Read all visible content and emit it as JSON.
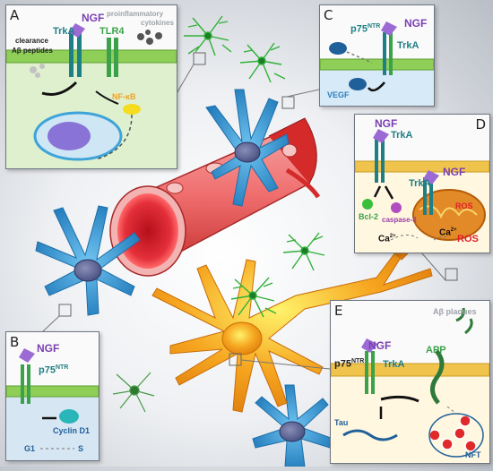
{
  "panels": {
    "a": {
      "letter": "A",
      "ngf": "NGF",
      "trka": "TrkA",
      "tlr4": "TLR4",
      "clearance": "clearance",
      "abeta": "Aβ peptides",
      "cytokines_line1": "proinflammatory",
      "cytokines_line2": "cytokines",
      "nfkb": "NF-κB"
    },
    "b": {
      "letter": "B",
      "ngf": "NGF",
      "p75": "p75",
      "p75_sup": "NTR",
      "cyclin": "Cyclin D1",
      "g1": "G1",
      "s": "S"
    },
    "c": {
      "letter": "C",
      "ngf": "NGF",
      "p75": "p75",
      "p75_sup": "NTR",
      "trka": "TrkA",
      "vegf": "VEGF"
    },
    "d": {
      "letter": "D",
      "ngf1": "NGF",
      "trka1": "TrkA",
      "ngf2": "NGF",
      "trka2": "TrkA",
      "bcl2": "Bcl-2",
      "caspase": "caspase-3",
      "ca1": "Ca",
      "ca1_sup": "2+",
      "ca2": "Ca",
      "ca2_sup": "2+",
      "ros1": "ROS",
      "ros2": "ROS"
    },
    "e": {
      "letter": "E",
      "ngf": "NGF",
      "p75": "p75",
      "p75_sup": "NTR",
      "trka": "TrkA",
      "app": "APP",
      "plaques": "Aβ plaques",
      "tau": "Tau",
      "nft": "NFT"
    }
  },
  "colors": {
    "ngf": "#7a3fb3",
    "trka": "#1f7f86",
    "tlr4": "#3ba24a",
    "membrane": "#7cc243",
    "astrocyte": "#2f8fd0",
    "microglia": "#3bbf3b",
    "neuron": "#f5a21b",
    "vessel": "#e23a3a",
    "ros": "#e0202a"
  }
}
